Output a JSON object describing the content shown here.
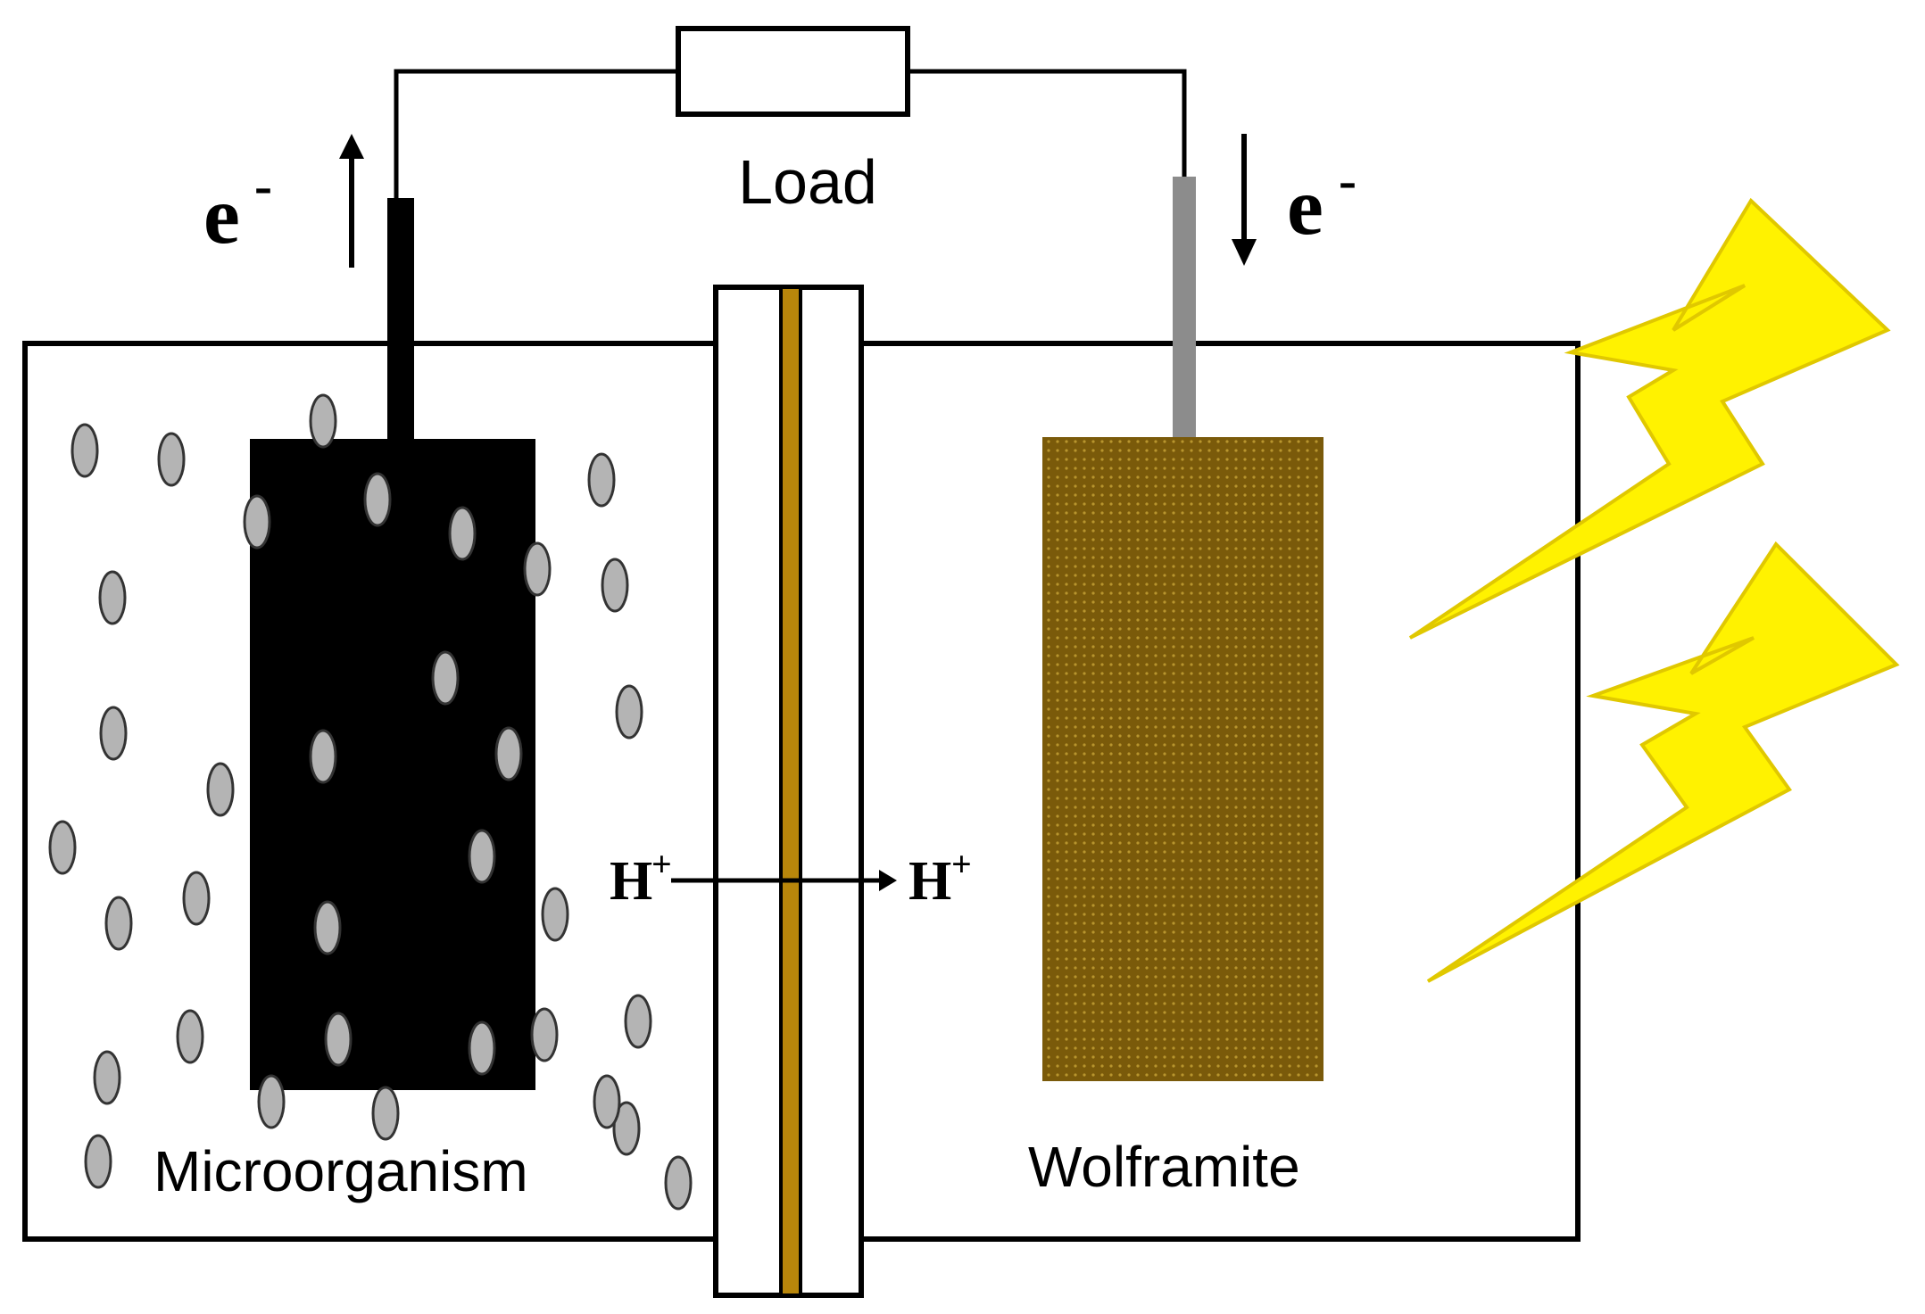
{
  "labels": {
    "load": "Load",
    "anode_label": "Microorganism",
    "cathode_label": "Wolframite",
    "electron_left": "e",
    "electron_right": "e",
    "electron_charge": "-",
    "proton_left": "H",
    "proton_right": "H",
    "proton_charge": "+"
  },
  "colors": {
    "outline": "#000000",
    "anode": "#000000",
    "cathode": "#7a5a0a",
    "cathode_wire": "#8c8c8c",
    "membrane": "#b8860b",
    "bacteria_fill": "#b4b4b4",
    "lightning": "#fff200",
    "lightning_outline": "#e0c800"
  },
  "icons": [
    "lightning-bolt-icon",
    "electron-up-arrow",
    "electron-down-arrow",
    "proton-arrow"
  ]
}
